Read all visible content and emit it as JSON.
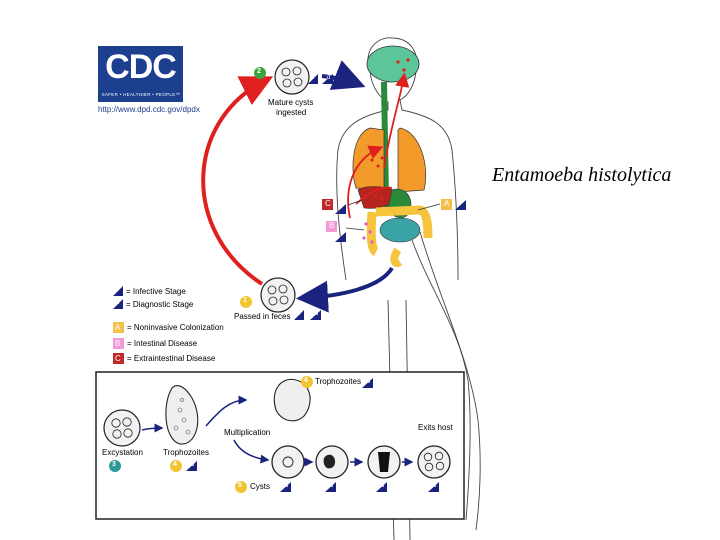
{
  "title": "Entamoeba histolytica",
  "logo": {
    "text": "CDC",
    "tagline": "SAFER • HEALTHIER • PEOPLE™"
  },
  "url": "http://www.dpd.cdc.gov/dpdx",
  "legend": {
    "infective": "= Infective Stage",
    "diagnostic": "= Diagnostic Stage",
    "noninvasive": "= Noninvasive Colonization",
    "intestinal": "= Intestinal Disease",
    "extraintestinal": "= Extraintestinal Disease",
    "badge_i": "i",
    "badge_d": "d",
    "badge_a": "A",
    "badge_b": "B",
    "badge_c": "C"
  },
  "steps": {
    "s1": {
      "num": "1",
      "label": "Passed in feces"
    },
    "s2": {
      "num": "2",
      "label_line1": "Mature cysts",
      "label_line2": "ingested"
    },
    "s3": {
      "num": "3",
      "label": "Excystation"
    },
    "s4a": {
      "num": "4",
      "label": "Trophozoites"
    },
    "s4b": {
      "num": "4",
      "label": "Trophozoites"
    },
    "s5": {
      "num": "5",
      "label": "Cysts"
    }
  },
  "inset": {
    "multiplication": "Multiplication",
    "exits": "Exits host"
  },
  "colors": {
    "red_arrow": "#e01f1f",
    "blue_arrow": "#1a237e",
    "step_green": "#3aa53a",
    "step_yellow": "#f2c530",
    "step_teal": "#2c9a9a",
    "badge_a": "#f5c04a",
    "badge_b": "#f29ad8",
    "badge_c": "#c0282a",
    "brain": "#5cc69a",
    "lungs": "#f39b2a",
    "colon": "#f6c43c",
    "liver": "#b6241f",
    "logo": "#1c3f8f"
  }
}
